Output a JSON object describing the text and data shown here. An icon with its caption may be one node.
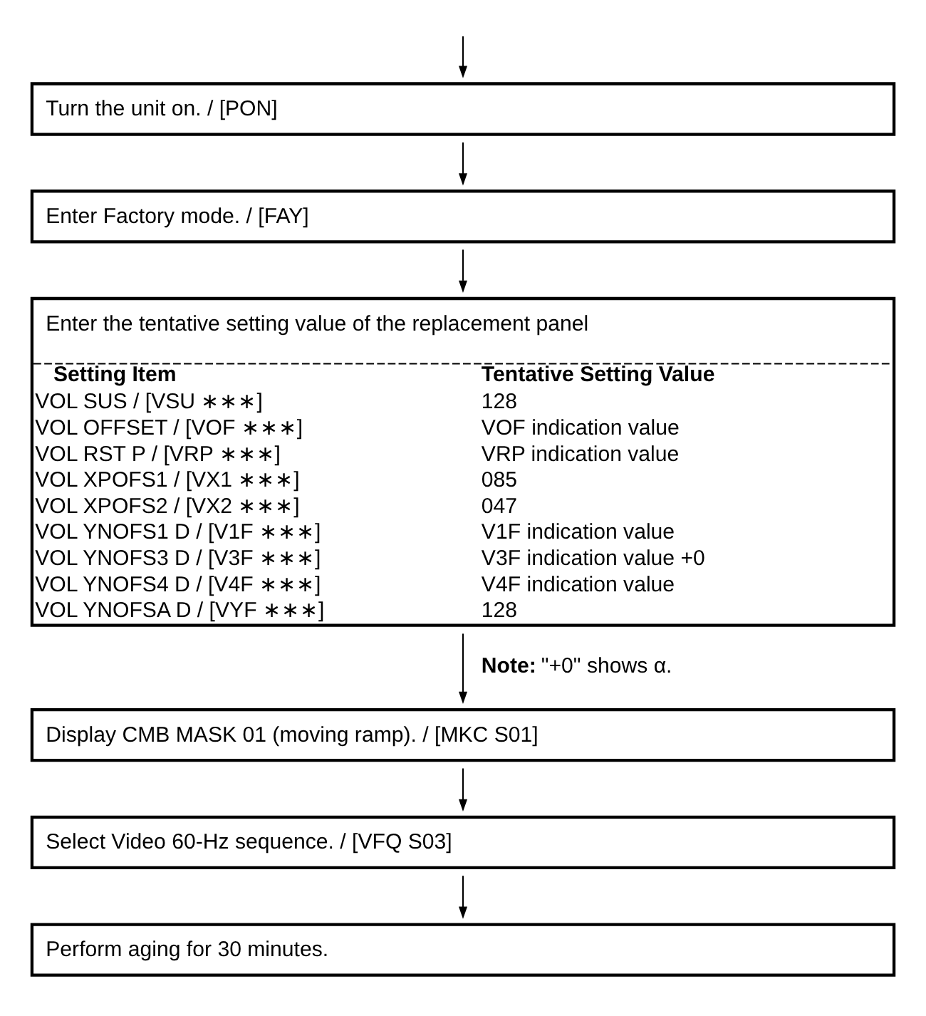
{
  "diagram": {
    "nodes": [
      {
        "text": [
          "Turn the unit on. / [PON]"
        ]
      },
      {
        "text": [
          "Enter Factory mode. / [FAY]"
        ]
      },
      {
        "text": [
          "Enter the tentative setting value of the replacement panel",
          "Setting Item",
          "Tentative Setting Value",
          "VOL SUS / [VSU ∗∗∗]",
          "128",
          "VOL OFFSET / [VOF ∗∗∗]",
          "VOF indication value",
          "VOL RST P / [VRP ∗∗∗]",
          "VRP indication value",
          "VOL XPOFS1 / [VX1 ∗∗∗]",
          "085",
          "VOL XPOFS2 / [VX2 ∗∗∗]",
          "047",
          "VOL YNOFS1 D / [V1F ∗∗∗]",
          "V1F indication value",
          "VOL YNOFS3 D / [V3F ∗∗∗]",
          "V3F indication value +0",
          "VOL YNOFS4 D / [V4F ∗∗∗]",
          "V4F indication value",
          "VOL YNOFSA D / [VYF ∗∗∗]",
          "128"
        ]
      },
      {
        "text": [
          "Display CMB MASK 01 (moving ramp). / [MKC S01]"
        ]
      },
      {
        "text": [
          "Select Video 60-Hz sequence. / [VFQ S03]"
        ]
      },
      {
        "text": [
          "Perform aging for 30 minutes."
        ]
      }
    ],
    "edges": [
      {
        "from": null,
        "to": 0,
        "arrow": "to"
      },
      {
        "from": 0,
        "to": 1,
        "arrow": "to"
      },
      {
        "from": 1,
        "to": 2,
        "arrow": "to"
      },
      {
        "from": 2,
        "to": 3,
        "arrow": "to",
        "label": "**Note:** \"+0\" shows α."
      },
      {
        "from": 3,
        "to": 4,
        "arrow": "to"
      },
      {
        "from": 4,
        "to": 5,
        "arrow": "to"
      }
    ]
  }
}
